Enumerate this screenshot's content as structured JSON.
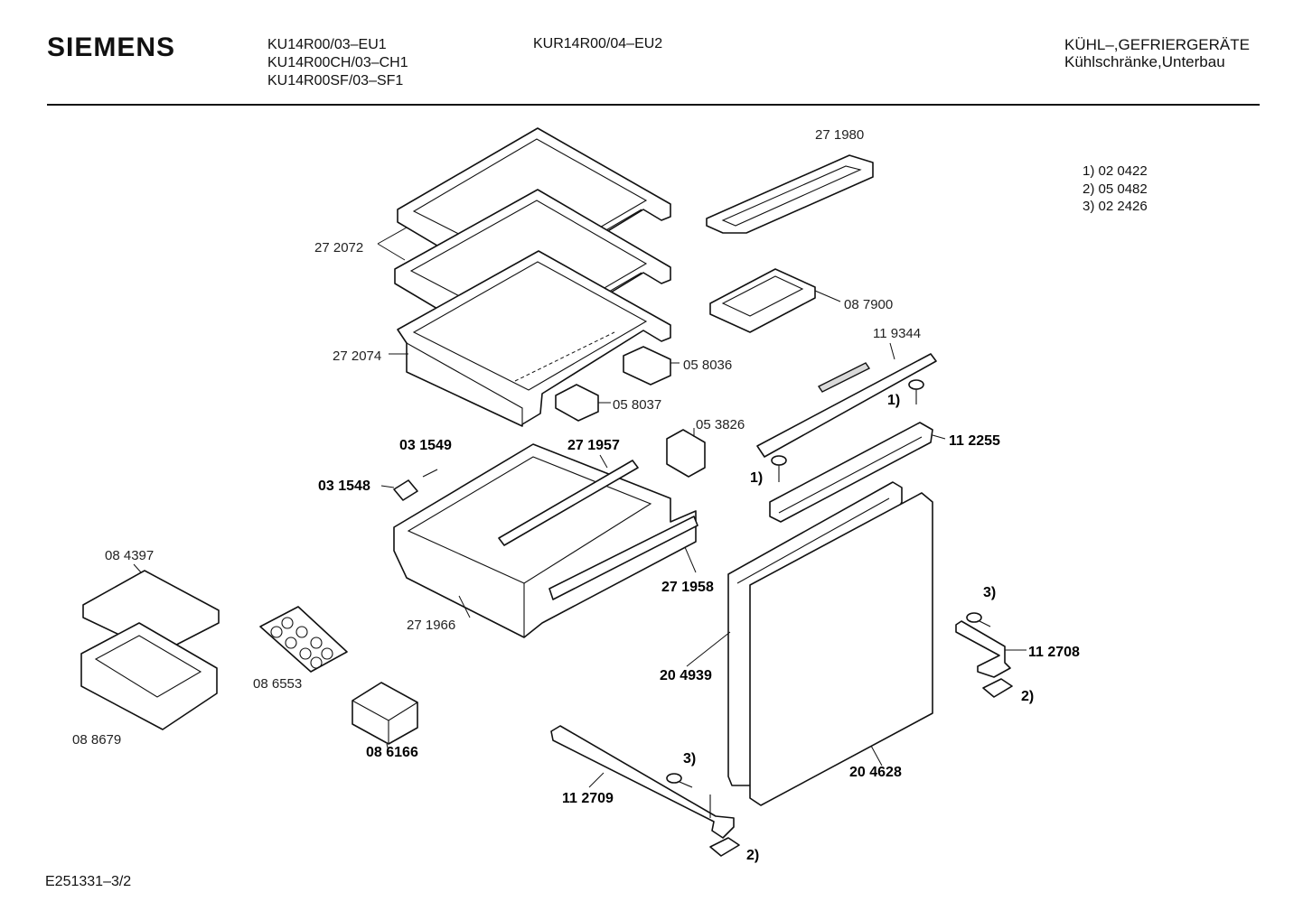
{
  "header": {
    "brand": "SIEMENS",
    "models_left": [
      "KU14R00/03–EU1",
      "KU14R00CH/03–CH1",
      "KU14R00SF/03–SF1"
    ],
    "model_right": "KUR14R00/04–EU2",
    "category": "KÜHL–,GEFRIERGERÄTE",
    "subcategory": "Kühlschränke,Unterbau"
  },
  "footnotes": [
    "1)  02 0422",
    "2)  05 0482",
    "3)  02 2426"
  ],
  "footer": {
    "drawing_id": "E251331–3/2"
  },
  "parts": [
    {
      "id": "p271980",
      "label": "27 1980",
      "bold": false
    },
    {
      "id": "p272072",
      "label": "27 2072",
      "bold": false
    },
    {
      "id": "p087900",
      "label": "08 7900",
      "bold": false
    },
    {
      "id": "p119344",
      "label": "11 9344",
      "bold": false
    },
    {
      "id": "p272074",
      "label": "27 2074",
      "bold": false
    },
    {
      "id": "p058036",
      "label": "05 8036",
      "bold": false
    },
    {
      "id": "p058037",
      "label": "05 8037",
      "bold": false
    },
    {
      "id": "p053826",
      "label": "05 3826",
      "bold": false
    },
    {
      "id": "p031549",
      "label": "03 1549",
      "bold": true
    },
    {
      "id": "p271957",
      "label": "27 1957",
      "bold": true
    },
    {
      "id": "p112255",
      "label": "11 2255",
      "bold": true
    },
    {
      "id": "p031548",
      "label": "03 1548",
      "bold": true
    },
    {
      "id": "p084397",
      "label": "08 4397",
      "bold": false
    },
    {
      "id": "p271958",
      "label": "27 1958",
      "bold": true
    },
    {
      "id": "p271966",
      "label": "27 1966",
      "bold": false
    },
    {
      "id": "p086553",
      "label": "08 6553",
      "bold": false
    },
    {
      "id": "p204939",
      "label": "20 4939",
      "bold": true
    },
    {
      "id": "p112708",
      "label": "11 2708",
      "bold": true
    },
    {
      "id": "p088679",
      "label": "08 8679",
      "bold": false
    },
    {
      "id": "p086166",
      "label": "08 6166",
      "bold": true
    },
    {
      "id": "p204628",
      "label": "20 4628",
      "bold": true
    },
    {
      "id": "p112709",
      "label": "11 2709",
      "bold": true
    }
  ],
  "callouts": {
    "c1a": "1)",
    "c1b": "1)",
    "c3a": "3)",
    "c3b": "3)",
    "c2a": "2)",
    "c2b": "2)"
  }
}
